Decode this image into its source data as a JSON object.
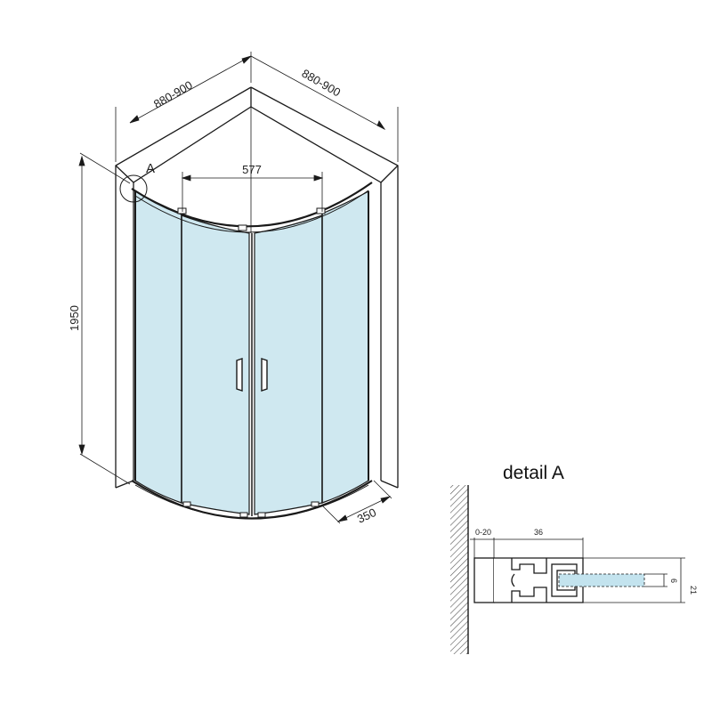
{
  "drawing": {
    "width_label_left": "880-900",
    "width_label_right": "880-900",
    "height_label": "1950",
    "door_opening_label": "577",
    "depth_label": "350",
    "detail_marker": "A"
  },
  "detail": {
    "title": "detail A",
    "gap_label": "0-20",
    "profile_width_label": "36",
    "profile_height_label": "21",
    "glass_thickness_label": "6"
  },
  "colors": {
    "glass": "#cfe8f0",
    "glass_detail": "#c3e3ee",
    "line": "#1a1a1a",
    "wall_hatch": "#555555"
  }
}
